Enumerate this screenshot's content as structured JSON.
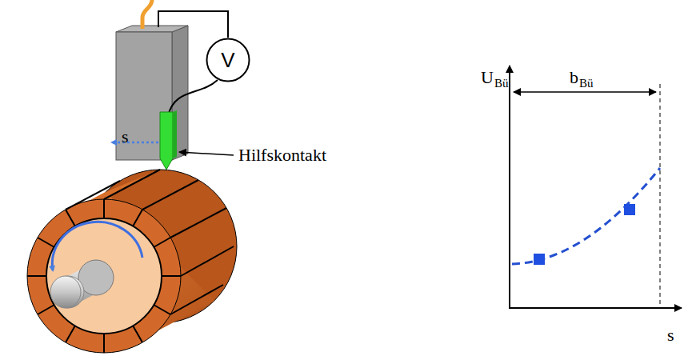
{
  "diagram": {
    "nodes": [
      {
        "text": [
          "V"
        ]
      }
    ],
    "labels": [
      "s",
      "Hilfskontakt",
      "U",
      "Bü",
      "b",
      "Bü",
      "s"
    ]
  }
}
